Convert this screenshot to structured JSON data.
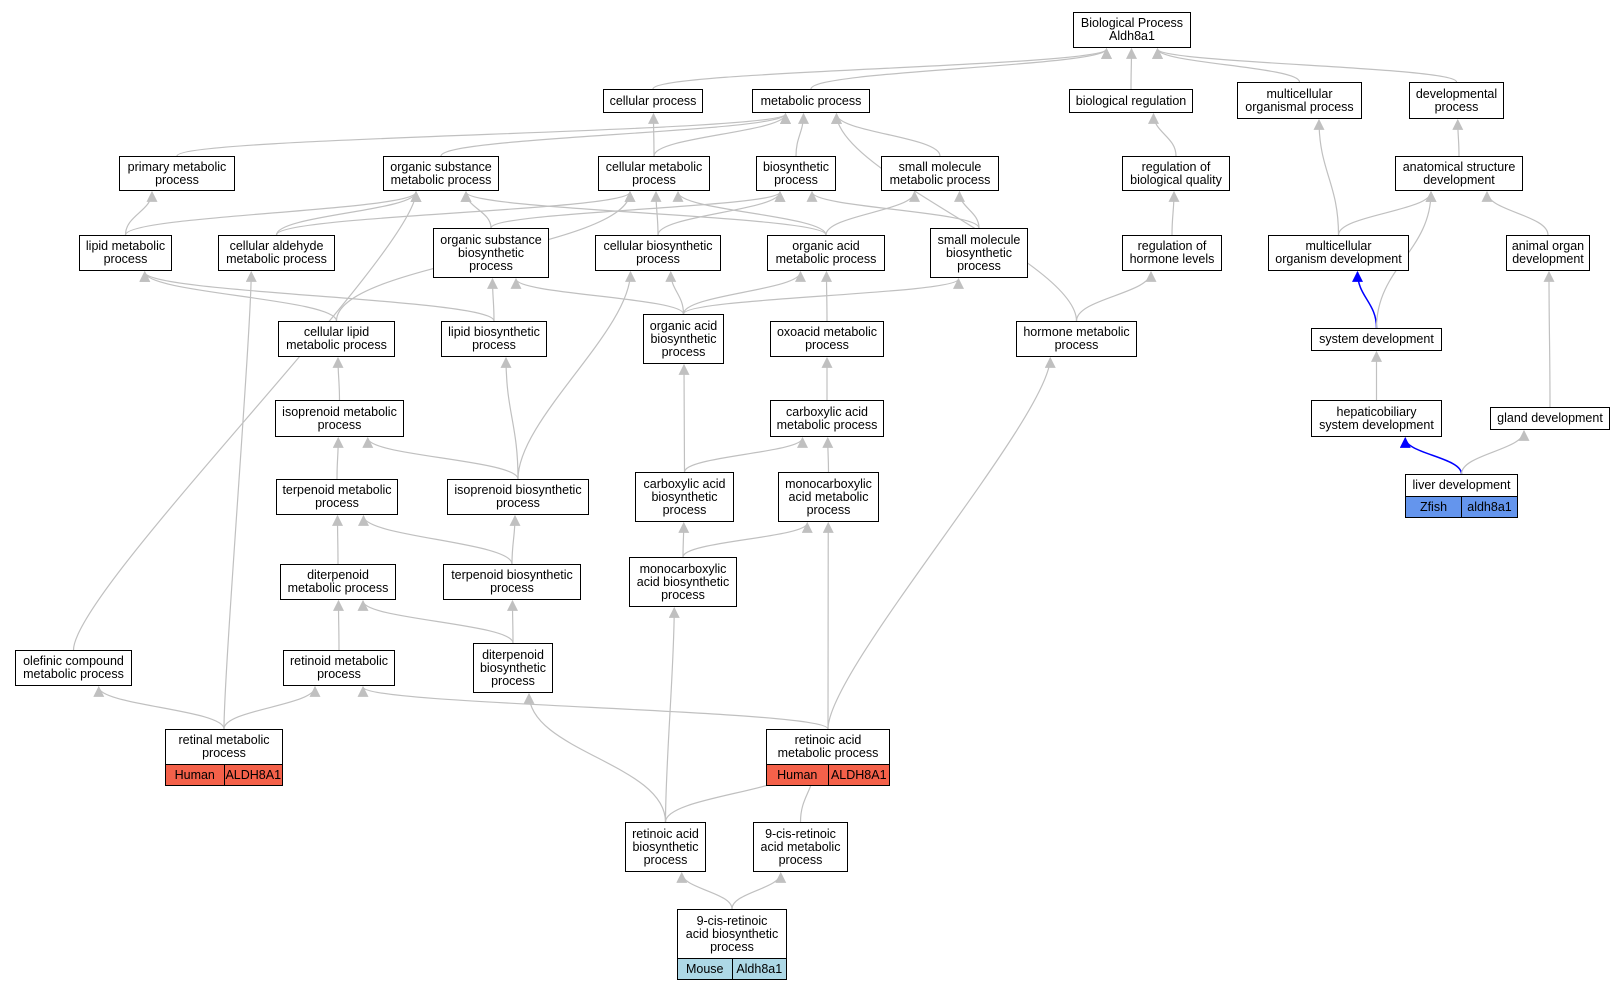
{
  "graph": {
    "nodes": [
      {
        "id": "root",
        "label": "Biological Process\nAldh8a1"
      },
      {
        "id": "cellular_process",
        "label": "cellular process"
      },
      {
        "id": "metabolic_process",
        "label": "metabolic process"
      },
      {
        "id": "biological_regulation",
        "label": "biological regulation"
      },
      {
        "id": "multicellular_organismal_process",
        "label": "multicellular\norganismal process"
      },
      {
        "id": "developmental_process",
        "label": "developmental\nprocess"
      },
      {
        "id": "primary_metabolic_process",
        "label": "primary metabolic\nprocess"
      },
      {
        "id": "organic_substance_metabolic_process",
        "label": "organic substance\nmetabolic process"
      },
      {
        "id": "cellular_metabolic_process",
        "label": "cellular metabolic\nprocess"
      },
      {
        "id": "biosynthetic_process",
        "label": "biosynthetic\nprocess"
      },
      {
        "id": "small_molecule_metabolic_process",
        "label": "small molecule\nmetabolic process"
      },
      {
        "id": "regulation_of_biological_quality",
        "label": "regulation of\nbiological quality"
      },
      {
        "id": "anatomical_structure_development",
        "label": "anatomical structure\ndevelopment"
      },
      {
        "id": "lipid_metabolic_process",
        "label": "lipid metabolic\nprocess"
      },
      {
        "id": "cellular_aldehyde_metabolic_process",
        "label": "cellular aldehyde\nmetabolic process"
      },
      {
        "id": "organic_substance_biosynthetic_process",
        "label": "organic substance\nbiosynthetic\nprocess"
      },
      {
        "id": "cellular_biosynthetic_process",
        "label": "cellular biosynthetic\nprocess"
      },
      {
        "id": "organic_acid_metabolic_process",
        "label": "organic acid\nmetabolic process"
      },
      {
        "id": "small_molecule_biosynthetic_process",
        "label": "small molecule\nbiosynthetic\nprocess"
      },
      {
        "id": "regulation_of_hormone_levels",
        "label": "regulation of\nhormone levels"
      },
      {
        "id": "multicellular_organism_development",
        "label": "multicellular\norganism development"
      },
      {
        "id": "animal_organ_development",
        "label": "animal organ\ndevelopment"
      },
      {
        "id": "cellular_lipid_metabolic_process",
        "label": "cellular lipid\nmetabolic process"
      },
      {
        "id": "lipid_biosynthetic_process",
        "label": "lipid biosynthetic\nprocess"
      },
      {
        "id": "organic_acid_biosynthetic_process",
        "label": "organic acid\nbiosynthetic\nprocess"
      },
      {
        "id": "oxoacid_metabolic_process",
        "label": "oxoacid metabolic\nprocess"
      },
      {
        "id": "hormone_metabolic_process",
        "label": "hormone metabolic\nprocess"
      },
      {
        "id": "system_development",
        "label": "system development"
      },
      {
        "id": "isoprenoid_metabolic_process",
        "label": "isoprenoid metabolic\nprocess"
      },
      {
        "id": "carboxylic_acid_metabolic_process",
        "label": "carboxylic acid\nmetabolic process"
      },
      {
        "id": "hepaticobiliary_system_development",
        "label": "hepaticobiliary\nsystem development"
      },
      {
        "id": "gland_development",
        "label": "gland development"
      },
      {
        "id": "terpenoid_metabolic_process",
        "label": "terpenoid metabolic\nprocess"
      },
      {
        "id": "isoprenoid_biosynthetic_process",
        "label": "isoprenoid biosynthetic\nprocess"
      },
      {
        "id": "carboxylic_acid_biosynthetic_process",
        "label": "carboxylic acid\nbiosynthetic\nprocess"
      },
      {
        "id": "monocarboxylic_acid_metabolic_process",
        "label": "monocarboxylic\nacid metabolic\nprocess"
      },
      {
        "id": "liver_development",
        "label": "liver development",
        "tags": [
          {
            "text": "Zfish",
            "kind": "zfish"
          },
          {
            "text": "aldh8a1",
            "kind": "zfish"
          }
        ]
      },
      {
        "id": "diterpenoid_metabolic_process",
        "label": "diterpenoid\nmetabolic process"
      },
      {
        "id": "terpenoid_biosynthetic_process",
        "label": "terpenoid biosynthetic\nprocess"
      },
      {
        "id": "monocarboxylic_acid_biosynthetic_process",
        "label": "monocarboxylic\nacid biosynthetic\nprocess"
      },
      {
        "id": "olefinic_compound_metabolic_process",
        "label": "olefinic compound\nmetabolic process"
      },
      {
        "id": "retinoid_metabolic_process",
        "label": "retinoid metabolic\nprocess"
      },
      {
        "id": "diterpenoid_biosynthetic_process",
        "label": "diterpenoid\nbiosynthetic\nprocess"
      },
      {
        "id": "retinal_metabolic_process",
        "label": "retinal metabolic\nprocess",
        "tags": [
          {
            "text": "Human",
            "kind": "human"
          },
          {
            "text": "ALDH8A1",
            "kind": "human"
          }
        ]
      },
      {
        "id": "retinoic_acid_metabolic_process",
        "label": "retinoic acid\nmetabolic process",
        "tags": [
          {
            "text": "Human",
            "kind": "human"
          },
          {
            "text": "ALDH8A1",
            "kind": "human"
          }
        ]
      },
      {
        "id": "retinoic_acid_biosynthetic_process",
        "label": "retinoic acid\nbiosynthetic\nprocess"
      },
      {
        "id": "9cis_retinoic_acid_metabolic_process",
        "label": "9-cis-retinoic\nacid metabolic\nprocess"
      },
      {
        "id": "9cis_retinoic_acid_biosynthetic_process",
        "label": "9-cis-retinoic\nacid biosynthetic\nprocess",
        "tags": [
          {
            "text": "Mouse",
            "kind": "mouse"
          },
          {
            "text": "Aldh8a1",
            "kind": "mouse"
          }
        ]
      }
    ],
    "edges": [
      [
        "cellular_process",
        "root"
      ],
      [
        "metabolic_process",
        "root"
      ],
      [
        "biological_regulation",
        "root"
      ],
      [
        "multicellular_organismal_process",
        "root"
      ],
      [
        "developmental_process",
        "root"
      ],
      [
        "primary_metabolic_process",
        "metabolic_process"
      ],
      [
        "organic_substance_metabolic_process",
        "metabolic_process"
      ],
      [
        "cellular_metabolic_process",
        "metabolic_process"
      ],
      [
        "cellular_metabolic_process",
        "cellular_process"
      ],
      [
        "biosynthetic_process",
        "metabolic_process"
      ],
      [
        "small_molecule_metabolic_process",
        "metabolic_process"
      ],
      [
        "hormone_metabolic_process",
        "metabolic_process"
      ],
      [
        "regulation_of_biological_quality",
        "biological_regulation"
      ],
      [
        "anatomical_structure_development",
        "developmental_process"
      ],
      [
        "lipid_metabolic_process",
        "primary_metabolic_process"
      ],
      [
        "lipid_metabolic_process",
        "organic_substance_metabolic_process"
      ],
      [
        "cellular_aldehyde_metabolic_process",
        "organic_substance_metabolic_process"
      ],
      [
        "cellular_aldehyde_metabolic_process",
        "cellular_metabolic_process"
      ],
      [
        "organic_substance_biosynthetic_process",
        "organic_substance_metabolic_process"
      ],
      [
        "organic_substance_biosynthetic_process",
        "biosynthetic_process"
      ],
      [
        "cellular_biosynthetic_process",
        "cellular_metabolic_process"
      ],
      [
        "cellular_biosynthetic_process",
        "biosynthetic_process"
      ],
      [
        "organic_acid_metabolic_process",
        "organic_substance_metabolic_process"
      ],
      [
        "organic_acid_metabolic_process",
        "cellular_metabolic_process"
      ],
      [
        "organic_acid_metabolic_process",
        "small_molecule_metabolic_process"
      ],
      [
        "small_molecule_biosynthetic_process",
        "small_molecule_metabolic_process"
      ],
      [
        "small_molecule_biosynthetic_process",
        "biosynthetic_process"
      ],
      [
        "regulation_of_hormone_levels",
        "regulation_of_biological_quality"
      ],
      [
        "multicellular_organism_development",
        "multicellular_organismal_process"
      ],
      [
        "multicellular_organism_development",
        "anatomical_structure_development"
      ],
      [
        "animal_organ_development",
        "anatomical_structure_development"
      ],
      [
        "cellular_lipid_metabolic_process",
        "lipid_metabolic_process"
      ],
      [
        "cellular_lipid_metabolic_process",
        "cellular_metabolic_process"
      ],
      [
        "lipid_biosynthetic_process",
        "lipid_metabolic_process"
      ],
      [
        "lipid_biosynthetic_process",
        "organic_substance_biosynthetic_process"
      ],
      [
        "organic_acid_biosynthetic_process",
        "organic_substance_biosynthetic_process"
      ],
      [
        "organic_acid_biosynthetic_process",
        "cellular_biosynthetic_process"
      ],
      [
        "organic_acid_biosynthetic_process",
        "organic_acid_metabolic_process"
      ],
      [
        "organic_acid_biosynthetic_process",
        "small_molecule_biosynthetic_process"
      ],
      [
        "oxoacid_metabolic_process",
        "organic_acid_metabolic_process"
      ],
      [
        "hormone_metabolic_process",
        "regulation_of_hormone_levels"
      ],
      [
        "system_development",
        "multicellular_organism_development",
        "blue"
      ],
      [
        "system_development",
        "anatomical_structure_development"
      ],
      [
        "isoprenoid_metabolic_process",
        "cellular_lipid_metabolic_process"
      ],
      [
        "carboxylic_acid_metabolic_process",
        "oxoacid_metabolic_process"
      ],
      [
        "hepaticobiliary_system_development",
        "system_development"
      ],
      [
        "gland_development",
        "animal_organ_development"
      ],
      [
        "terpenoid_metabolic_process",
        "isoprenoid_metabolic_process"
      ],
      [
        "isoprenoid_biosynthetic_process",
        "isoprenoid_metabolic_process"
      ],
      [
        "isoprenoid_biosynthetic_process",
        "lipid_biosynthetic_process"
      ],
      [
        "isoprenoid_biosynthetic_process",
        "cellular_biosynthetic_process"
      ],
      [
        "carboxylic_acid_biosynthetic_process",
        "organic_acid_biosynthetic_process"
      ],
      [
        "carboxylic_acid_biosynthetic_process",
        "carboxylic_acid_metabolic_process"
      ],
      [
        "monocarboxylic_acid_metabolic_process",
        "carboxylic_acid_metabolic_process"
      ],
      [
        "liver_development",
        "hepaticobiliary_system_development",
        "blue"
      ],
      [
        "liver_development",
        "gland_development"
      ],
      [
        "diterpenoid_metabolic_process",
        "terpenoid_metabolic_process"
      ],
      [
        "terpenoid_biosynthetic_process",
        "terpenoid_metabolic_process"
      ],
      [
        "terpenoid_biosynthetic_process",
        "isoprenoid_biosynthetic_process"
      ],
      [
        "monocarboxylic_acid_biosynthetic_process",
        "carboxylic_acid_biosynthetic_process"
      ],
      [
        "monocarboxylic_acid_biosynthetic_process",
        "monocarboxylic_acid_metabolic_process"
      ],
      [
        "olefinic_compound_metabolic_process",
        "organic_substance_metabolic_process"
      ],
      [
        "retinoid_metabolic_process",
        "diterpenoid_metabolic_process"
      ],
      [
        "diterpenoid_biosynthetic_process",
        "diterpenoid_metabolic_process"
      ],
      [
        "diterpenoid_biosynthetic_process",
        "terpenoid_biosynthetic_process"
      ],
      [
        "retinal_metabolic_process",
        "olefinic_compound_metabolic_process"
      ],
      [
        "retinal_metabolic_process",
        "cellular_aldehyde_metabolic_process"
      ],
      [
        "retinal_metabolic_process",
        "retinoid_metabolic_process"
      ],
      [
        "retinoic_acid_metabolic_process",
        "retinoid_metabolic_process"
      ],
      [
        "retinoic_acid_metabolic_process",
        "monocarboxylic_acid_metabolic_process"
      ],
      [
        "retinoic_acid_metabolic_process",
        "hormone_metabolic_process"
      ],
      [
        "retinoic_acid_biosynthetic_process",
        "retinoic_acid_metabolic_process"
      ],
      [
        "retinoic_acid_biosynthetic_process",
        "diterpenoid_biosynthetic_process"
      ],
      [
        "retinoic_acid_biosynthetic_process",
        "monocarboxylic_acid_biosynthetic_process"
      ],
      [
        "9cis_retinoic_acid_metabolic_process",
        "retinoic_acid_metabolic_process"
      ],
      [
        "9cis_retinoic_acid_biosynthetic_process",
        "retinoic_acid_biosynthetic_process"
      ],
      [
        "9cis_retinoic_acid_biosynthetic_process",
        "9cis_retinoic_acid_metabolic_process"
      ]
    ]
  },
  "colors": {
    "edge": "#c0c0c0",
    "edge_highlight": "#0000ff",
    "human": "#f4614a",
    "mouse": "#add8e6",
    "zfish": "#6495ed"
  }
}
